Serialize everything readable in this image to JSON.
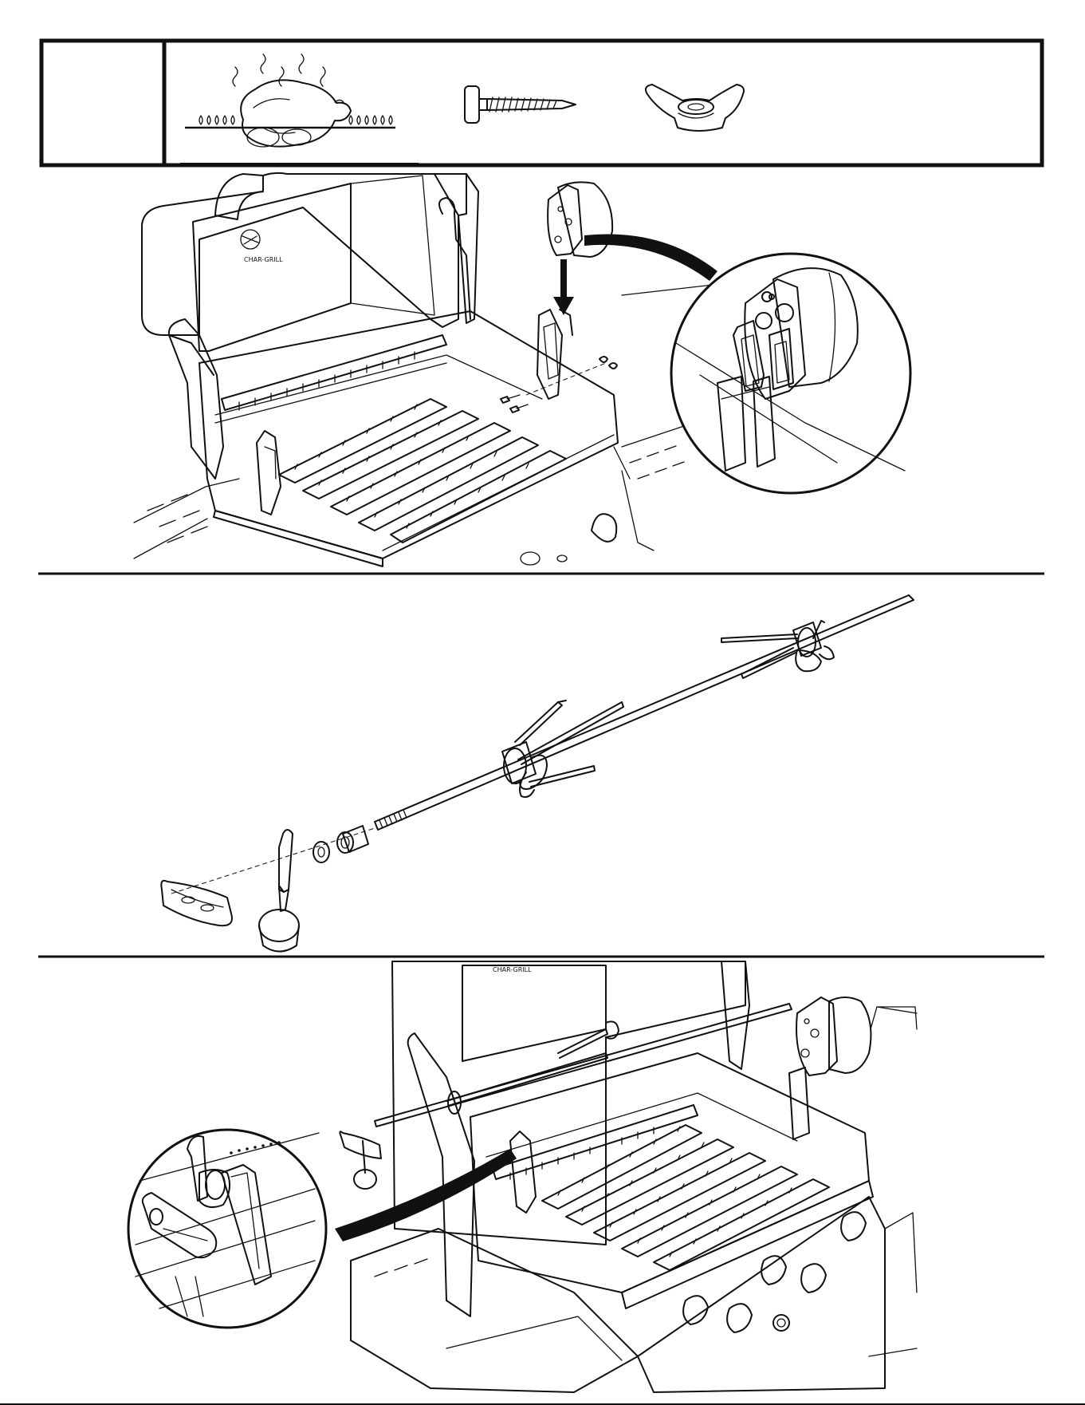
{
  "page": {
    "header_step_label": "",
    "parts": [
      {
        "icon": "rotisserie-chicken-icon"
      },
      {
        "icon": "screw-icon"
      },
      {
        "icon": "wing-nut-icon"
      }
    ],
    "panels": [
      {
        "icon": "rotisserie-motor-bracket-illustration"
      },
      {
        "icon": "rotisserie-spit-assembly-illustration"
      },
      {
        "icon": "rotisserie-installed-illustration"
      }
    ],
    "colors": {
      "ink": "#111111",
      "paper": "#ffffff",
      "shade": "#bdbdbd"
    }
  }
}
